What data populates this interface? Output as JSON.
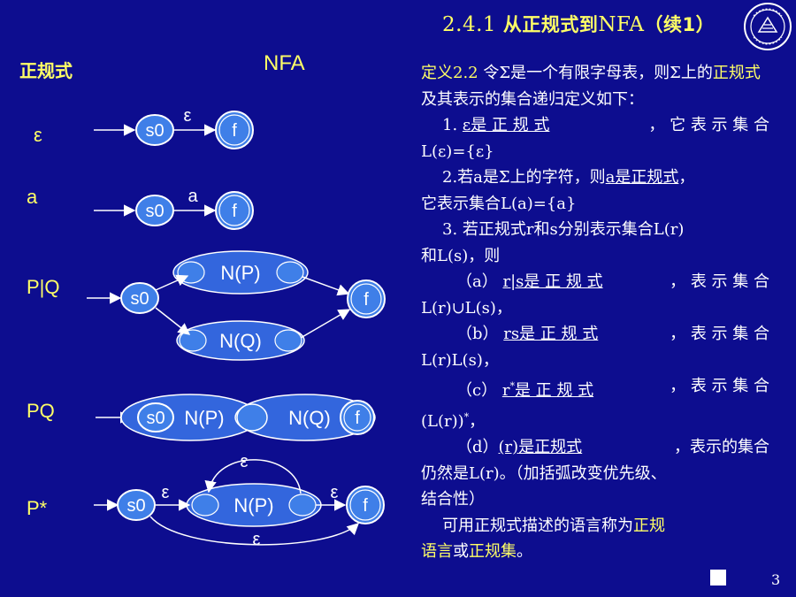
{
  "title": {
    "number": "2.4.1",
    "text": "从正规式到",
    "nfa": "NFA",
    "suffix": "（续1）"
  },
  "columns": {
    "regex": "正规式",
    "nfa": "NFA"
  },
  "rows": {
    "epsilon": {
      "label": "ε",
      "start": "s0",
      "final": "f",
      "edge": "ε"
    },
    "a": {
      "label": "a",
      "start": "s0",
      "final": "f",
      "edge": "a"
    },
    "union": {
      "label": "P|Q",
      "start": "s0",
      "final": "f",
      "top": "N(P)",
      "bottom": "N(Q)"
    },
    "concat": {
      "label": "PQ",
      "start": "s0",
      "final": "f",
      "left": "N(P)",
      "right": "N(Q)"
    },
    "star": {
      "label": "P*",
      "start": "s0",
      "final": "f",
      "inner": "N(P)",
      "eps_in": "ε",
      "eps_out": "ε",
      "eps_loop": "ε",
      "eps_skip": "ε"
    }
  },
  "definition": {
    "head": "定义2.2",
    "intro_rest": " 令Σ是一个有限字母表，则Σ上的",
    "intro_hl": "正规式",
    "intro_end": "及其表示的集合递归定义如下：",
    "item1_num": "1.",
    "item1_u": "ε是 正 规 式",
    "item1_rest": "，  它 表 示 集 合",
    "item1_set": "L(ε)={ε}",
    "item2_a": "2.若a是Σ上的字符，则",
    "item2_u": "a是正规式",
    "item2_b": "，",
    "item2_line2": "它表示集合L(a)={a}",
    "item3_line1": "3. 若正规式r和s分别表示集合L(r)",
    "item3_line2": "和L(s)，则",
    "a_tag": "（a）",
    "a_u": "r|s是 正 规 式",
    "a_rest": "， 表 示 集 合",
    "a_set": "L(r)∪L(s)，",
    "b_tag": "（b）",
    "b_u": "rs是 正 规 式",
    "b_rest": "， 表 示 集 合",
    "b_set": "L(r)L(s)，",
    "c_tag": "（c）",
    "c_u_pre": "r",
    "c_u_post": "是 正 规 式",
    "c_rest": "， 表 示 集 合",
    "c_set": "(L(r))",
    "c_set_end": "，",
    "star": "*",
    "d_tag": "（d）",
    "d_u1": "(r)",
    "d_u2": "是正规式",
    "d_rest": "，表示的集合",
    "d_line2": "仍然是L(r)。（加括弧改变优先级、",
    "d_line3": "结合性）",
    "closing_a": "可用正规式描述的语言称为",
    "closing_hl1": "正规",
    "closing_hl2": "语言",
    "closing_mid": "或",
    "closing_hl3": "正规集",
    "closing_end": "。"
  },
  "page_number": "3",
  "colors": {
    "background": "#0d0d8f",
    "accent": "#ffff66",
    "state_fill": "#3f7fe8",
    "ellipse_fill": "#3366dd",
    "text": "#ffffff"
  }
}
